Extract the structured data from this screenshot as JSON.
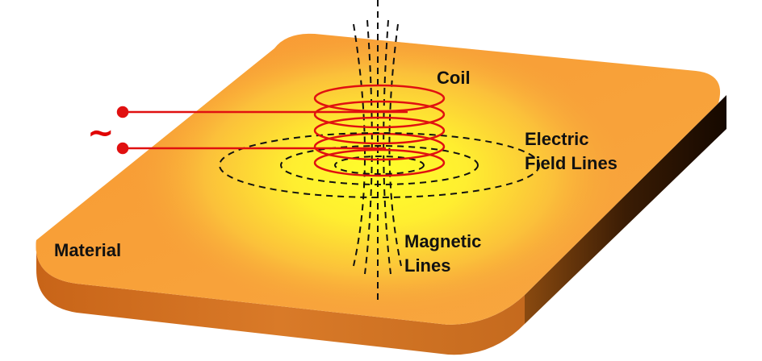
{
  "labels": {
    "coil": "Coil",
    "electric_line1": "Electric",
    "electric_line2": "Field Lines",
    "magnetic_line1": "Magnetic",
    "magnetic_line2": "Lines",
    "material": "Material",
    "ac_source": "~"
  },
  "colors": {
    "plate_orange": "#f7a03a",
    "plate_glow": "#ffff33",
    "plate_edge_dark": "#2a1400",
    "coil_red": "#e01010",
    "field_lines": "#111111",
    "label_text": "#111111"
  }
}
